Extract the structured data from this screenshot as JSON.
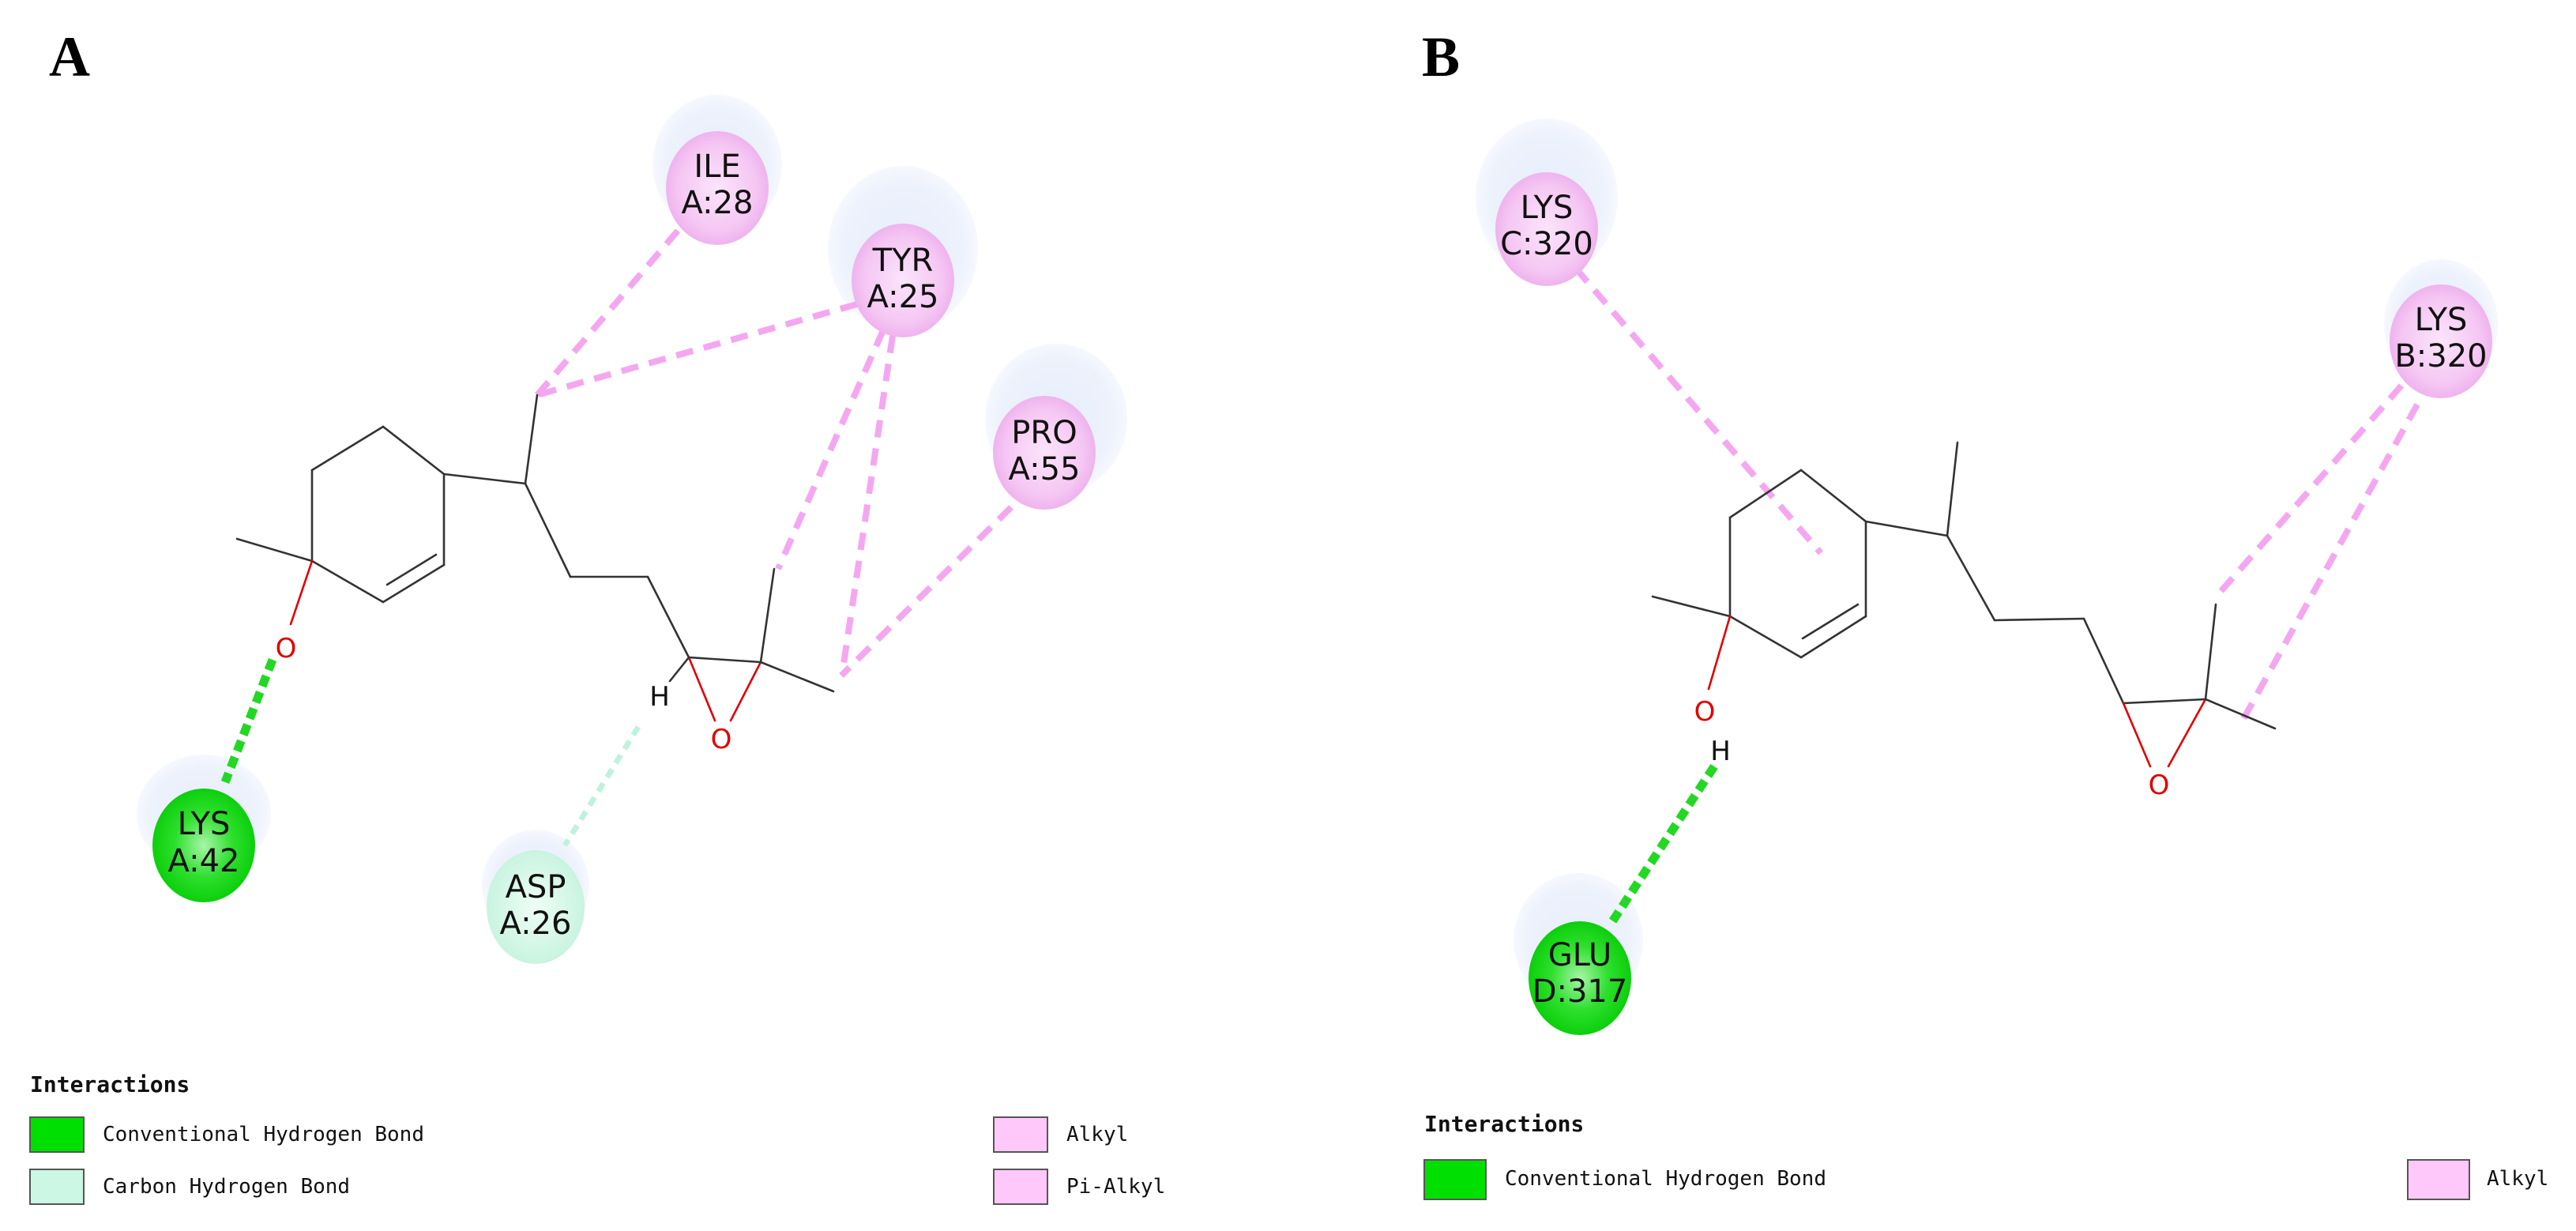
{
  "panels": {
    "a": {
      "label": "A",
      "residues": {
        "ile28": {
          "name": "ILE",
          "chain": "A:28"
        },
        "tyr25": {
          "name": "TYR",
          "chain": "A:25"
        },
        "pro55": {
          "name": "PRO",
          "chain": "A:55"
        },
        "lys42": {
          "name": "LYS",
          "chain": "A:42"
        },
        "asp26": {
          "name": "ASP",
          "chain": "A:26"
        }
      },
      "atoms": {
        "o1": "O",
        "h1": "H",
        "o2": "O"
      },
      "legend": {
        "title": "Interactions",
        "items": [
          {
            "label": "Conventional Hydrogen Bond",
            "color": "#00e000"
          },
          {
            "label": "Carbon Hydrogen Bond",
            "color": "#ccf7e4"
          },
          {
            "label": "Alkyl",
            "color": "#ffc8fa"
          },
          {
            "label": "Pi-Alkyl",
            "color": "#ffc8fa"
          }
        ]
      }
    },
    "b": {
      "label": "B",
      "residues": {
        "lysc320": {
          "name": "LYS",
          "chain": "C:320"
        },
        "lysb320": {
          "name": "LYS",
          "chain": "B:320"
        },
        "glud317": {
          "name": "GLU",
          "chain": "D:317"
        }
      },
      "atoms": {
        "o1": "O",
        "h1": "H",
        "o2": "O"
      },
      "legend": {
        "title": "Interactions",
        "items": [
          {
            "label": "Conventional Hydrogen Bond",
            "color": "#00e000"
          },
          {
            "label": "Alkyl",
            "color": "#ffc8fa"
          }
        ]
      }
    }
  },
  "colors": {
    "hbond": "#00e000",
    "carbon_hbond": "#ccf7e4",
    "alkyl": "#ffc8fa",
    "halo": "#eef3fc",
    "bond": "#333333",
    "oxygen": "#e00000"
  }
}
